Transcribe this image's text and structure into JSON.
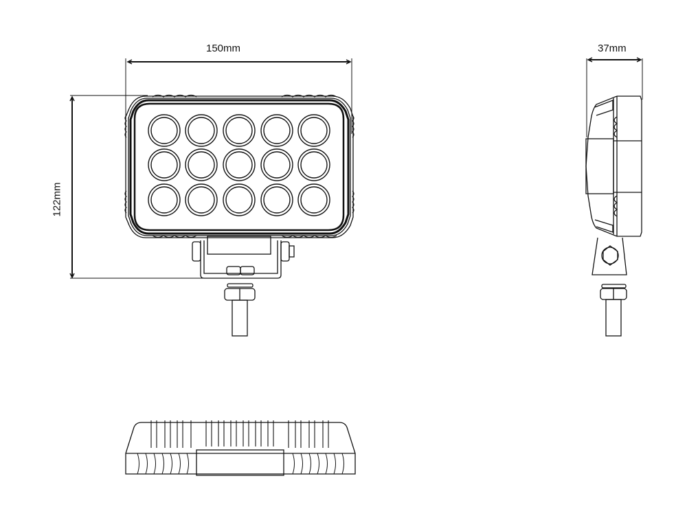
{
  "diagram": {
    "type": "technical-dimension-drawing",
    "subject": "rectangular LED work light, 15 LEDs (3 rows x 5 columns)",
    "views": [
      "front",
      "side",
      "bottom"
    ],
    "dimensions": {
      "width": "150mm",
      "height": "122mm",
      "depth": "37mm"
    },
    "led_grid": {
      "rows": 3,
      "columns": 5
    },
    "line_color": "#111111",
    "background": "#ffffff"
  }
}
